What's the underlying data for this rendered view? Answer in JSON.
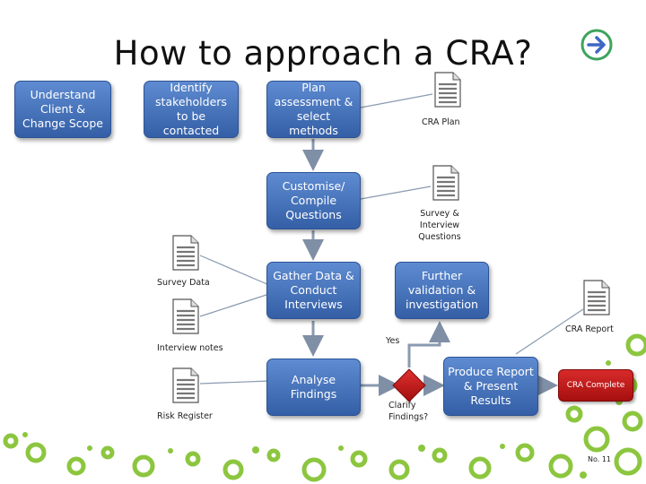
{
  "title": "How to approach a CRA?",
  "boxes": {
    "understand": "Understand Client & Change Scope",
    "identify": "Identify stakeholders to be contacted",
    "plan": "Plan assessment & select methods",
    "customise": "Customise/ Compile Questions",
    "gather": "Gather Data & Conduct Interviews",
    "further": "Further validation & investigation",
    "analyse": "Analyse Findings",
    "produce": "Produce Report & Present Results",
    "complete": "CRA Complete"
  },
  "docs": {
    "cra_plan": "CRA Plan",
    "survey_questions": "Survey & Interview Questions",
    "survey_data": "Survey Data",
    "interview_notes": "Interview notes",
    "risk_register": "Risk Register",
    "cra_report": "CRA Report"
  },
  "decision": {
    "label": "Clarify Findings?",
    "yes": "Yes"
  },
  "slide_number": "No. 11",
  "colors": {
    "box_blue": "#4472c4",
    "arrow_gray": "#7f8fa6",
    "complete_red": "#c00000",
    "decoration_green": "#8cc63f",
    "nav_green": "#3da35d"
  },
  "icons": [
    "next-arrow-icon",
    "document-icon",
    "decision-diamond-icon"
  ]
}
